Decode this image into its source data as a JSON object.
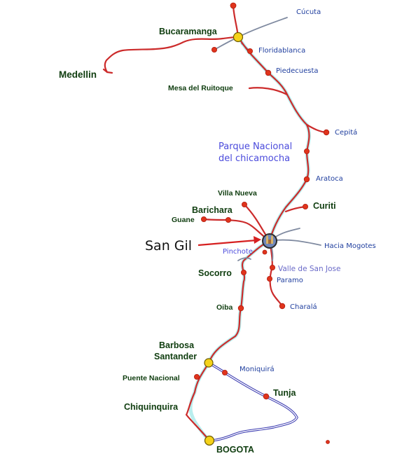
{
  "map": {
    "colors": {
      "road_main": "#cc2b2b",
      "road_secondary": "#7f8aa0",
      "road_highway": "#3a3ab0",
      "halo": "#7fe0e0",
      "town_dot": "#e0341c",
      "city_dot": "#f5d21a",
      "arrow": "#d62020"
    },
    "labels": {
      "cucuta": "Cúcuta",
      "bucaramanga": "Bucaramanga",
      "floridablanca": "Floridablanca",
      "medellin": "Medellin",
      "piedecuesta": "Piedecuesta",
      "mesa_del_ruitoque": "Mesa del Ruitoque",
      "cepita": "Cepitá",
      "parque_line1": "Parque Nacional",
      "parque_line2": "del chicamocha",
      "aratoca": "Aratoca",
      "villa_nueva": "Villa Nueva",
      "curiti": "Curiti",
      "barichara": "Barichara",
      "guane": "Guane",
      "san_gil": "San Gil",
      "pinchote": "Pinchote",
      "hacia_mogotes": "Hacia Mogotes",
      "valle_de_san_jose": "Valle de San Jose",
      "socorro": "Socorro",
      "paramo": "Paramo",
      "charala": "Charalá",
      "oiba": "Oiba",
      "barbosa_line1": "Barbosa",
      "barbosa_line2": "Santander",
      "moniquira": "Moniquirá",
      "puente_nacional": "Puente Nacional",
      "tunja": "Tunja",
      "chiquinquira": "Chiquinquira",
      "bogota": "BOGOTA"
    },
    "icons": {
      "san_gil_marker": "church-icon",
      "arrow": "arrow-right-icon"
    }
  }
}
